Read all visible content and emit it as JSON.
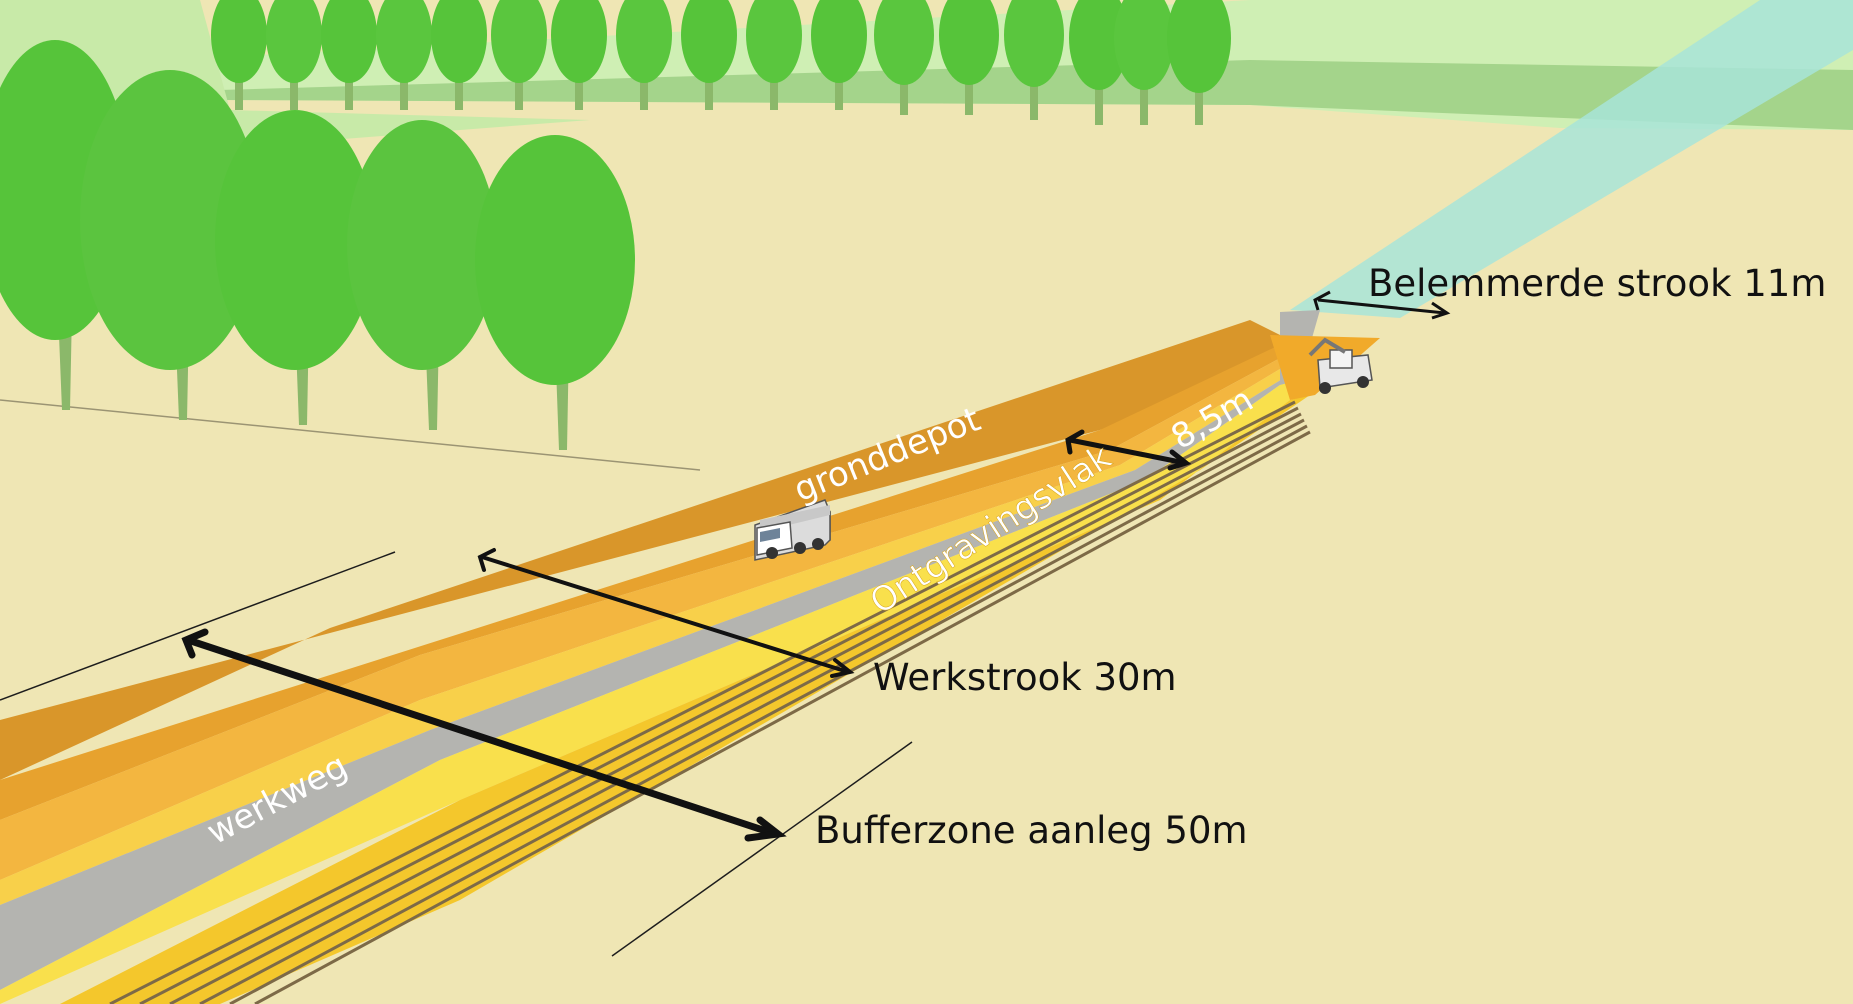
{
  "labels": {
    "belemmerde_strook": "Belemmerde strook 11m",
    "gronddepot": "gronddepot",
    "width_8_5": "8,5m",
    "ontgravingsvlak": "Ontgravingsvlak",
    "werkstrook": "Werkstrook 30m",
    "werkweg": "werkweg",
    "bufferzone": "Bufferzone aanleg 50m"
  },
  "colors": {
    "field": "#efe6b4",
    "meadow": "#cfefb4",
    "tree_green": "#56c43a",
    "trunk": "#8bb86a",
    "gronddepot": "#e7a22e",
    "werkstrook_band": "#f8d04a",
    "werkweg": "#b4b4b0",
    "trench": "#f4c72c",
    "pipes": "#7d6a47",
    "corridor": "#a8e4d8",
    "arrow": "#111111",
    "label_dark": "#111111",
    "label_light": "#ffffff"
  }
}
